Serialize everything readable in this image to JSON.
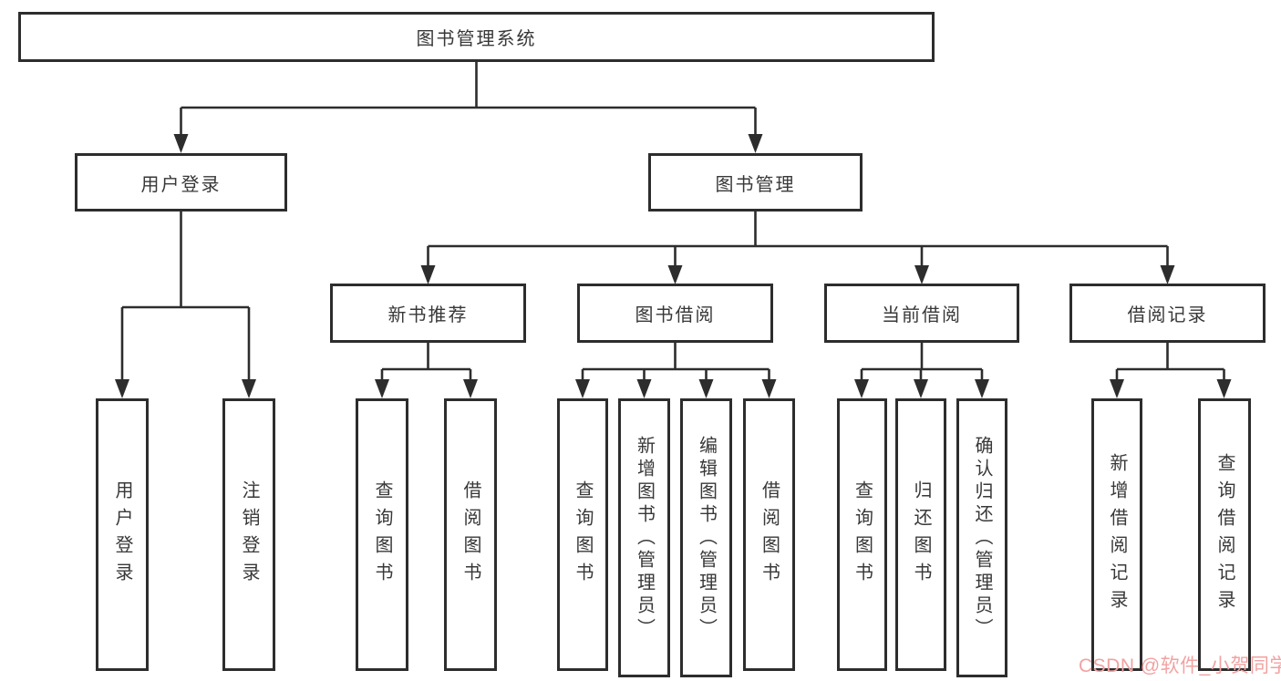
{
  "tree": {
    "root": {
      "label": "图书管理系统"
    },
    "branches": [
      {
        "label": "用户登录",
        "children": [
          {
            "label": "用户登录"
          },
          {
            "label": "注销登录"
          }
        ]
      },
      {
        "label": "图书管理",
        "children": [
          {
            "label": "新书推荐",
            "children": [
              {
                "label": "查询图书"
              },
              {
                "label": "借阅图书"
              }
            ]
          },
          {
            "label": "图书借阅",
            "children": [
              {
                "label": "查询图书"
              },
              {
                "label": "新增图书（管理员）"
              },
              {
                "label": "编辑图书（管理员）"
              },
              {
                "label": "借阅图书"
              }
            ]
          },
          {
            "label": "当前借阅",
            "children": [
              {
                "label": "查询图书"
              },
              {
                "label": "归还图书"
              },
              {
                "label": "确认归还（管理员）"
              }
            ]
          },
          {
            "label": "借阅记录",
            "children": [
              {
                "label": "新增借阅记录"
              },
              {
                "label": "查询借阅记录"
              }
            ]
          }
        ]
      }
    ]
  },
  "watermark": {
    "text": "CSDN @软件_小贺同学"
  },
  "colors": {
    "line": "#2d2d2d",
    "box_border": "#2d2d2d",
    "text": "#383838",
    "watermark": "#f2a2a2",
    "background": "#ffffff"
  }
}
